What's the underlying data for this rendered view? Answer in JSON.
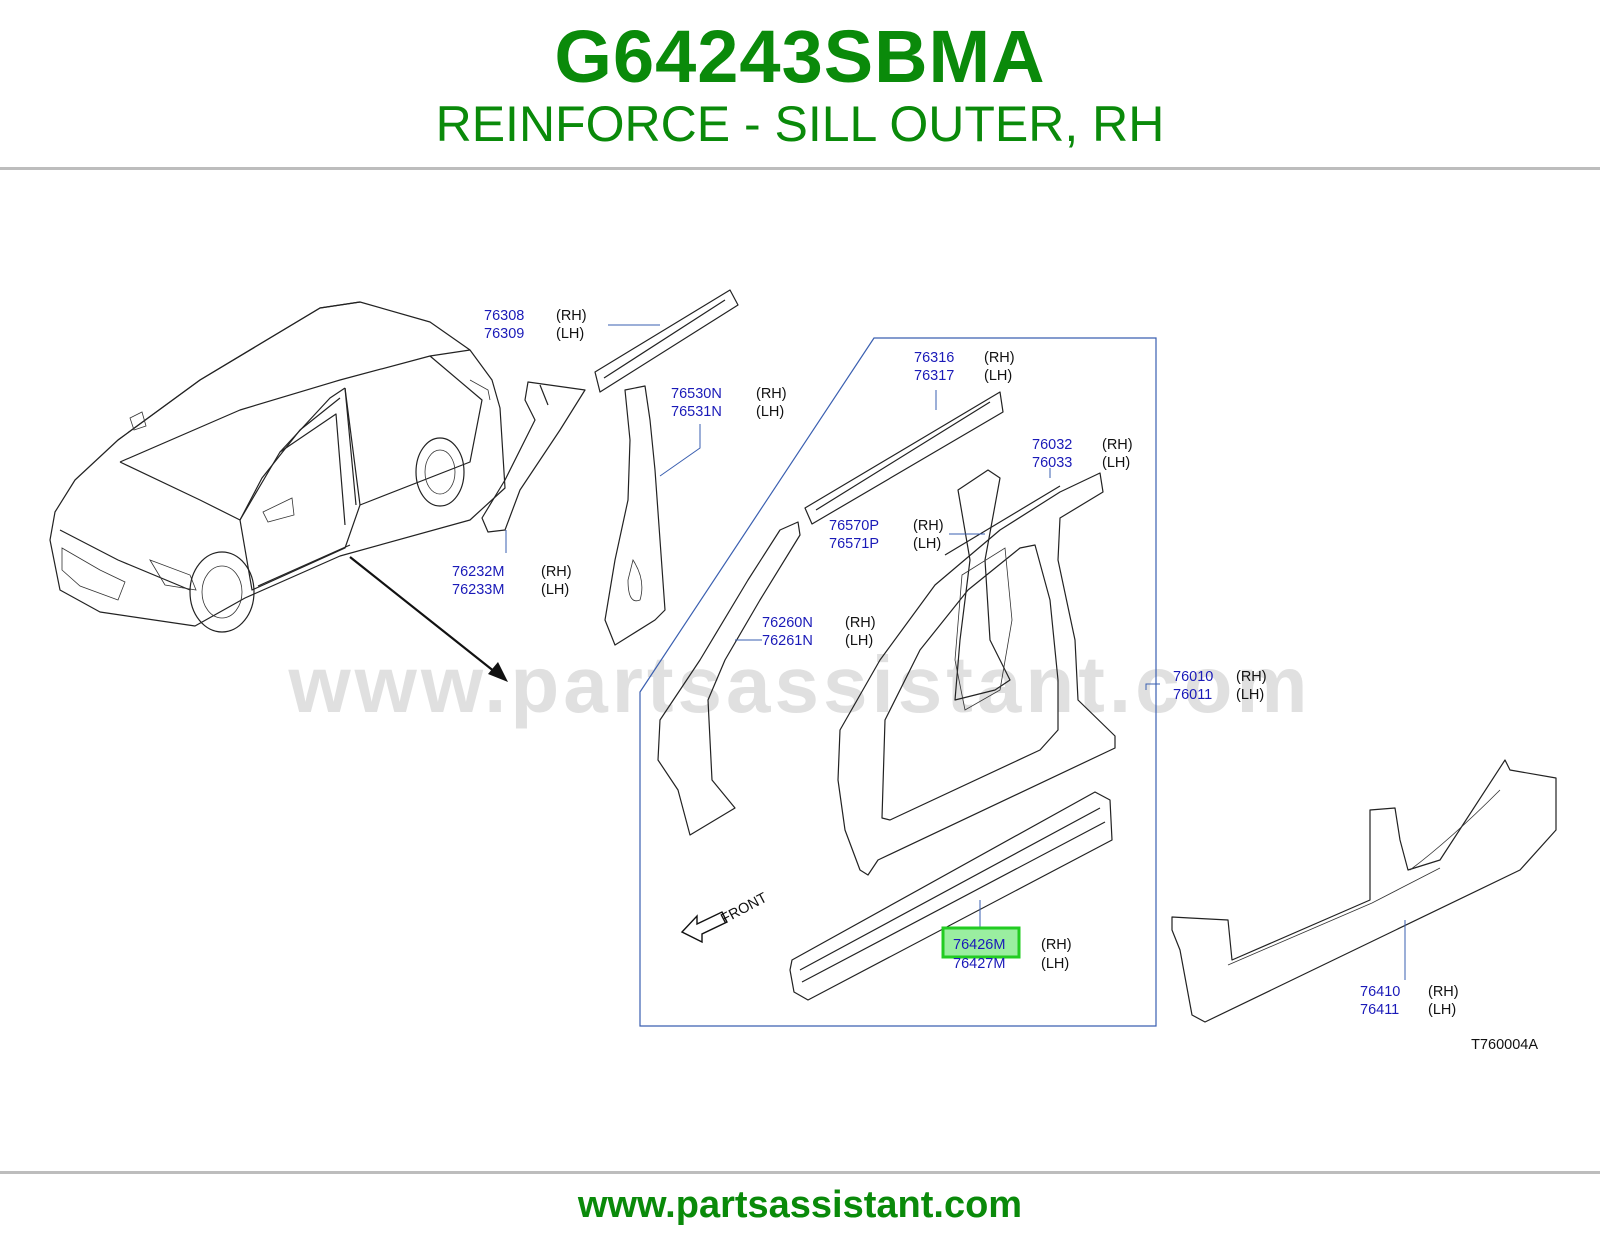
{
  "header": {
    "part_number": "G64243SBMA",
    "part_name": "REINFORCE - SILL OUTER, RH"
  },
  "diagram": {
    "watermark": "www.partsassistant.com",
    "front_label": "FRONT",
    "figure_code": "T760004A",
    "callouts": [
      {
        "rh": "76308",
        "lh": "76309",
        "rh_side": "(RH)",
        "lh_side": "(LH)"
      },
      {
        "rh": "76530N",
        "lh": "76531N",
        "rh_side": "(RH)",
        "lh_side": "(LH)"
      },
      {
        "rh": "76232M",
        "lh": "76233M",
        "rh_side": "(RH)",
        "lh_side": "(LH)"
      },
      {
        "rh": "76316",
        "lh": "76317",
        "rh_side": "(RH)",
        "lh_side": "(LH)"
      },
      {
        "rh": "76032",
        "lh": "76033",
        "rh_side": "(RH)",
        "lh_side": "(LH)"
      },
      {
        "rh": "76570P",
        "lh": "76571P",
        "rh_side": "(RH)",
        "lh_side": "(LH)"
      },
      {
        "rh": "76260N",
        "lh": "76261N",
        "rh_side": "(RH)",
        "lh_side": "(LH)"
      },
      {
        "rh": "76010",
        "lh": "76011",
        "rh_side": "(RH)",
        "lh_side": "(LH)"
      },
      {
        "rh": "76426M",
        "lh": "76427M",
        "rh_side": "(RH)",
        "lh_side": "(LH)",
        "highlighted": true
      },
      {
        "rh": "76410",
        "lh": "76411",
        "rh_side": "(RH)",
        "lh_side": "(LH)"
      }
    ],
    "highlight_color": "#22cc22"
  },
  "footer": {
    "url": "www.partsassistant.com"
  },
  "colors": {
    "brand_green": "#0a8a0a",
    "part_number_blue": "#1a1ab8"
  }
}
